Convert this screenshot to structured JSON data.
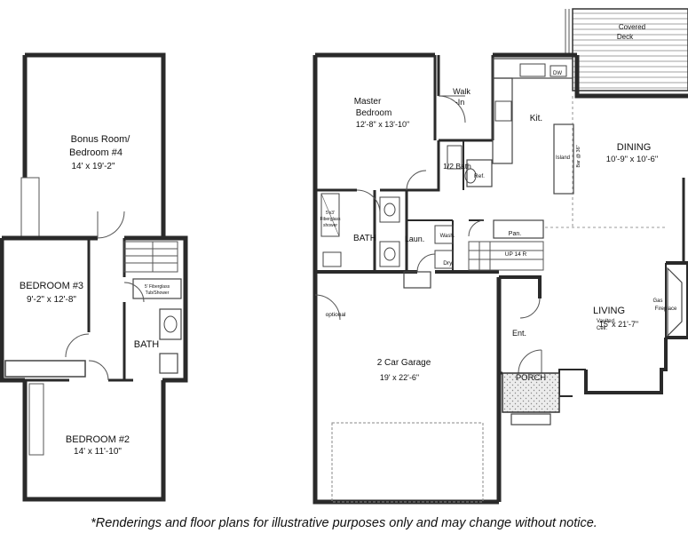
{
  "upper_floor": {
    "bonus_room": {
      "name_line1": "Bonus Room/",
      "name_line2": "Bedroom #4",
      "size": "14' x 19'-2\""
    },
    "bedroom3": {
      "name": "BEDROOM #3",
      "size": "9'-2\" x 12'-8\""
    },
    "bedroom2": {
      "name": "BEDROOM #2",
      "size": "14' x 11'-10\""
    },
    "bath": {
      "name": "BATH"
    },
    "tub": {
      "line1": "5' Fiberglass",
      "line2": "Tub/Shower"
    }
  },
  "main_floor": {
    "covered_deck": {
      "line1": "Covered",
      "line2": "Deck"
    },
    "master_bedroom": {
      "name_line1": "Master",
      "name_line2": "Bedroom",
      "size": "12'-8\" x 13'-10\""
    },
    "walk_in": {
      "line1": "Walk",
      "line2": "-In"
    },
    "half_bath": {
      "name": "1/2 Bath"
    },
    "kitchen": {
      "name": "Kit."
    },
    "dishwasher": {
      "name": "DW"
    },
    "ref": {
      "name": "Ref."
    },
    "island": {
      "name": "Island",
      "bar": "Bar @ 36\""
    },
    "dining": {
      "name": "DINING",
      "size": "10'-9\" x 10'-6\""
    },
    "shower": {
      "line1": "5'x3'",
      "line2": "Fiberglass",
      "line3": "shower"
    },
    "bath": {
      "name": "BATH"
    },
    "laundry": {
      "name": "Laun."
    },
    "washer": {
      "name": "Wash."
    },
    "dryer": {
      "name": "Dry."
    },
    "pantry": {
      "name": "Pan."
    },
    "stairs": {
      "name": "UP 14 R"
    },
    "optional": {
      "name": "optional"
    },
    "garage": {
      "name": "2 Car Garage",
      "size": "19' x 22'-6\""
    },
    "entry": {
      "name": "Ent."
    },
    "porch": {
      "name": "PORCH"
    },
    "living": {
      "name": "LIVING",
      "note": "Vaulted",
      "note2": "Ceil.",
      "size": "15' x 21'-7\""
    },
    "fireplace": {
      "line1": "Gas",
      "line2": "Fireplace"
    }
  },
  "disclaimer": "*Renderings and floor plans for illustrative purposes only and may change without notice.",
  "colors": {
    "wall": "#2a2a2a",
    "line": "#444444",
    "porch_fill": "#e4e4e4"
  }
}
